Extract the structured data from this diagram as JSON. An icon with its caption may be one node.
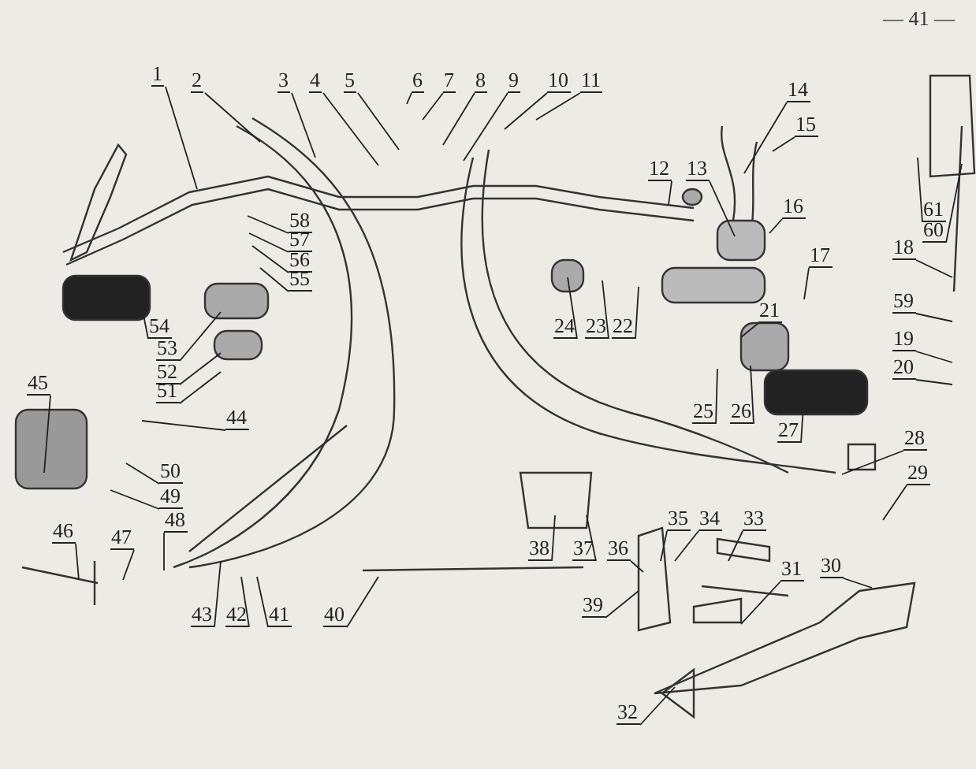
{
  "diagram": {
    "nodes": [
      {
        "text": [
          "1"
        ]
      },
      {
        "text": [
          "2"
        ]
      },
      {
        "text": [
          "3"
        ]
      },
      {
        "text": [
          "4"
        ]
      },
      {
        "text": [
          "5"
        ]
      },
      {
        "text": [
          "6"
        ]
      },
      {
        "text": [
          "7"
        ]
      },
      {
        "text": [
          "8"
        ]
      },
      {
        "text": [
          "9"
        ]
      },
      {
        "text": [
          "10"
        ]
      },
      {
        "text": [
          "11"
        ]
      },
      {
        "text": [
          "12"
        ]
      },
      {
        "text": [
          "13"
        ]
      },
      {
        "text": [
          "14"
        ]
      },
      {
        "text": [
          "15"
        ]
      },
      {
        "text": [
          "16"
        ]
      },
      {
        "text": [
          "17"
        ]
      },
      {
        "text": [
          "18"
        ]
      },
      {
        "text": [
          "19"
        ]
      },
      {
        "text": [
          "20"
        ]
      },
      {
        "text": [
          "21"
        ]
      },
      {
        "text": [
          "22"
        ]
      },
      {
        "text": [
          "23"
        ]
      },
      {
        "text": [
          "24"
        ]
      },
      {
        "text": [
          "25"
        ]
      },
      {
        "text": [
          "26"
        ]
      },
      {
        "text": [
          "27"
        ]
      },
      {
        "text": [
          "28"
        ]
      },
      {
        "text": [
          "29"
        ]
      },
      {
        "text": [
          "30"
        ]
      },
      {
        "text": [
          "31"
        ]
      },
      {
        "text": [
          "32"
        ]
      },
      {
        "text": [
          "33"
        ]
      },
      {
        "text": [
          "34"
        ]
      },
      {
        "text": [
          "35"
        ]
      },
      {
        "text": [
          "36"
        ]
      },
      {
        "text": [
          "37"
        ]
      },
      {
        "text": [
          "38"
        ]
      },
      {
        "text": [
          "39"
        ]
      },
      {
        "text": [
          "40"
        ]
      },
      {
        "text": [
          "41"
        ]
      },
      {
        "text": [
          "42"
        ]
      },
      {
        "text": [
          "43"
        ]
      },
      {
        "text": [
          "44"
        ]
      },
      {
        "text": [
          "45"
        ]
      },
      {
        "text": [
          "46"
        ]
      },
      {
        "text": [
          "47"
        ]
      },
      {
        "text": [
          "48"
        ]
      },
      {
        "text": [
          "49"
        ]
      },
      {
        "text": [
          "50"
        ]
      },
      {
        "text": [
          "51"
        ]
      },
      {
        "text": [
          "52"
        ]
      },
      {
        "text": [
          "53"
        ]
      },
      {
        "text": [
          "54"
        ]
      },
      {
        "text": [
          "55"
        ]
      },
      {
        "text": [
          "56"
        ]
      },
      {
        "text": [
          "57"
        ]
      },
      {
        "text": [
          "58"
        ]
      },
      {
        "text": [
          "59"
        ]
      },
      {
        "text": [
          "60"
        ]
      },
      {
        "text": [
          "61"
        ]
      }
    ],
    "edges": [
      {
        "from": 0,
        "to": null,
        "arrow": "none"
      },
      {
        "from": 1,
        "to": null,
        "arrow": "none"
      },
      {
        "from": 2,
        "to": null,
        "arrow": "none"
      },
      {
        "from": 3,
        "to": null,
        "arrow": "none"
      },
      {
        "from": 4,
        "to": null,
        "arrow": "none"
      },
      {
        "from": 5,
        "to": null,
        "arrow": "none"
      },
      {
        "from": 6,
        "to": null,
        "arrow": "none"
      },
      {
        "from": 7,
        "to": null,
        "arrow": "none"
      },
      {
        "from": 8,
        "to": null,
        "arrow": "none"
      },
      {
        "from": 9,
        "to": null,
        "arrow": "none"
      },
      {
        "from": 10,
        "to": null,
        "arrow": "none"
      },
      {
        "from": 11,
        "to": null,
        "arrow": "none"
      },
      {
        "from": 12,
        "to": null,
        "arrow": "none"
      },
      {
        "from": 13,
        "to": null,
        "arrow": "none"
      },
      {
        "from": 14,
        "to": null,
        "arrow": "none"
      },
      {
        "from": 15,
        "to": null,
        "arrow": "none"
      },
      {
        "from": 16,
        "to": null,
        "arrow": "none"
      },
      {
        "from": 17,
        "to": null,
        "arrow": "none"
      },
      {
        "from": 18,
        "to": null,
        "arrow": "none"
      },
      {
        "from": 19,
        "to": null,
        "arrow": "none"
      },
      {
        "from": 20,
        "to": null,
        "arrow": "none"
      },
      {
        "from": 21,
        "to": null,
        "arrow": "none"
      },
      {
        "from": 22,
        "to": null,
        "arrow": "none"
      },
      {
        "from": 23,
        "to": null,
        "arrow": "none"
      },
      {
        "from": 24,
        "to": null,
        "arrow": "none"
      },
      {
        "from": 25,
        "to": null,
        "arrow": "none"
      },
      {
        "from": 26,
        "to": null,
        "arrow": "none"
      },
      {
        "from": 27,
        "to": null,
        "arrow": "none"
      },
      {
        "from": 28,
        "to": null,
        "arrow": "none"
      },
      {
        "from": 29,
        "to": null,
        "arrow": "none"
      },
      {
        "from": 30,
        "to": null,
        "arrow": "none"
      },
      {
        "from": 31,
        "to": null,
        "arrow": "none"
      },
      {
        "from": 32,
        "to": null,
        "arrow": "none"
      },
      {
        "from": 33,
        "to": null,
        "arrow": "none"
      },
      {
        "from": 34,
        "to": null,
        "arrow": "none"
      },
      {
        "from": 35,
        "to": null,
        "arrow": "none"
      },
      {
        "from": 36,
        "to": null,
        "arrow": "none"
      },
      {
        "from": 37,
        "to": null,
        "arrow": "none"
      },
      {
        "from": 38,
        "to": null,
        "arrow": "none"
      },
      {
        "from": 39,
        "to": null,
        "arrow": "none"
      },
      {
        "from": 40,
        "to": null,
        "arrow": "none"
      },
      {
        "from": 41,
        "to": null,
        "arrow": "none"
      },
      {
        "from": 42,
        "to": null,
        "arrow": "none"
      },
      {
        "from": 43,
        "to": null,
        "arrow": "none"
      },
      {
        "from": 44,
        "to": null,
        "arrow": "none"
      },
      {
        "from": 45,
        "to": null,
        "arrow": "none"
      },
      {
        "from": 46,
        "to": null,
        "arrow": "none"
      },
      {
        "from": 47,
        "to": null,
        "arrow": "none"
      },
      {
        "from": 48,
        "to": null,
        "arrow": "none"
      },
      {
        "from": 49,
        "to": null,
        "arrow": "none"
      },
      {
        "from": 50,
        "to": null,
        "arrow": "none"
      },
      {
        "from": 51,
        "to": null,
        "arrow": "none"
      },
      {
        "from": 52,
        "to": null,
        "arrow": "none"
      },
      {
        "from": 53,
        "to": null,
        "arrow": "none"
      },
      {
        "from": 54,
        "to": null,
        "arrow": "none"
      },
      {
        "from": 55,
        "to": null,
        "arrow": "none"
      },
      {
        "from": 56,
        "to": null,
        "arrow": "none"
      },
      {
        "from": 57,
        "to": null,
        "arrow": "none"
      },
      {
        "from": 58,
        "to": null,
        "arrow": "none"
      },
      {
        "from": 59,
        "to": null,
        "arrow": "none"
      },
      {
        "from": 60,
        "to": null,
        "arrow": "none"
      }
    ],
    "labels": [
      "— 41 —"
    ]
  }
}
